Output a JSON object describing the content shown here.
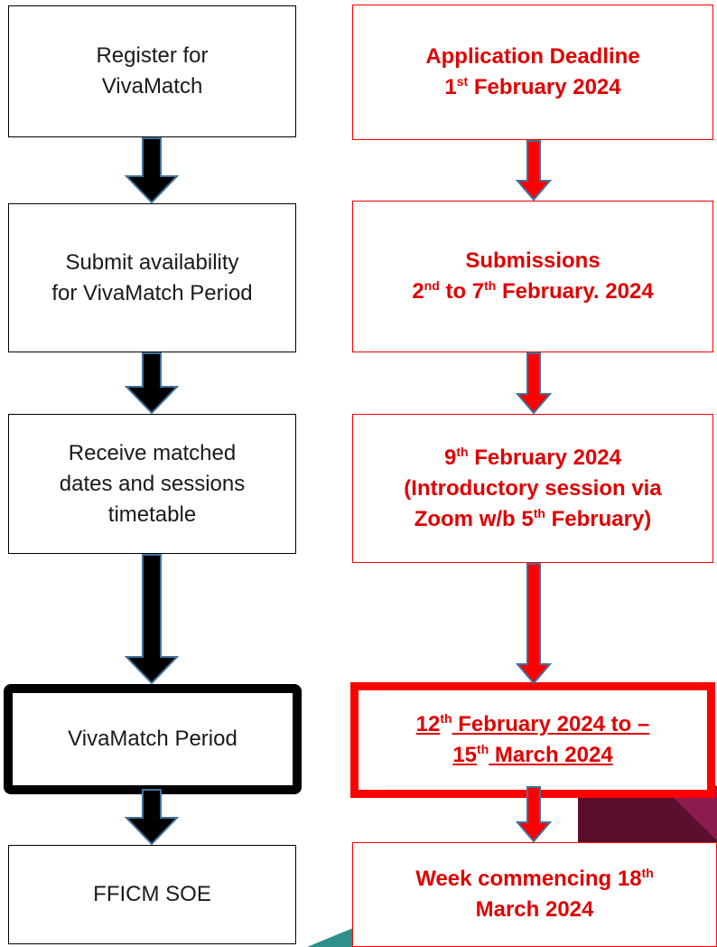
{
  "colors": {
    "left_border": "#000000",
    "right_border": "#ff0000",
    "right_text": "#e00000",
    "left_arrow_fill": "#000000",
    "right_arrow_fill": "#ff0000",
    "arrow_outline": "#41719c",
    "deco_teal": "#2f8f8a",
    "deco_maroon": "#5b0f2e",
    "deco_magenta": "#8e1b4f"
  },
  "steps": [
    {
      "line1": "Register for",
      "line2": "VivaMatch"
    },
    {
      "line1": "Submit availability",
      "line2": "for VivaMatch Period"
    },
    {
      "line1": "Receive matched",
      "line2": "dates and sessions",
      "line3": "timetable"
    },
    {
      "line1": "VivaMatch Period"
    },
    {
      "line1": "FFICM SOE"
    }
  ],
  "dates": [
    {
      "line1": "Application Deadline",
      "line2_num": "1",
      "line2_sup": "st",
      "line2_rest": " February 2024"
    },
    {
      "line1": "Submissions",
      "line2_a": "2",
      "line2_sup_a": "nd",
      "line2_b": " to 7",
      "line2_sup_b": "th",
      "line2_c": " February. 2024"
    },
    {
      "line1_num": "9",
      "line1_sup": "th",
      "line1_rest": " February 2024",
      "line2": "(Introductory session via",
      "line3_a": "Zoom w/b 5",
      "line3_sup": "th",
      "line3_b": " February)"
    },
    {
      "line1_num": "12",
      "line1_sup": "th",
      "line1_rest": " February 2024 to –",
      "line2_num": "15",
      "line2_sup": "th",
      "line2_rest": "  March 2024"
    },
    {
      "line1_a": "Week commencing 18",
      "line1_sup": "th",
      "line2": "March 2024"
    }
  ]
}
